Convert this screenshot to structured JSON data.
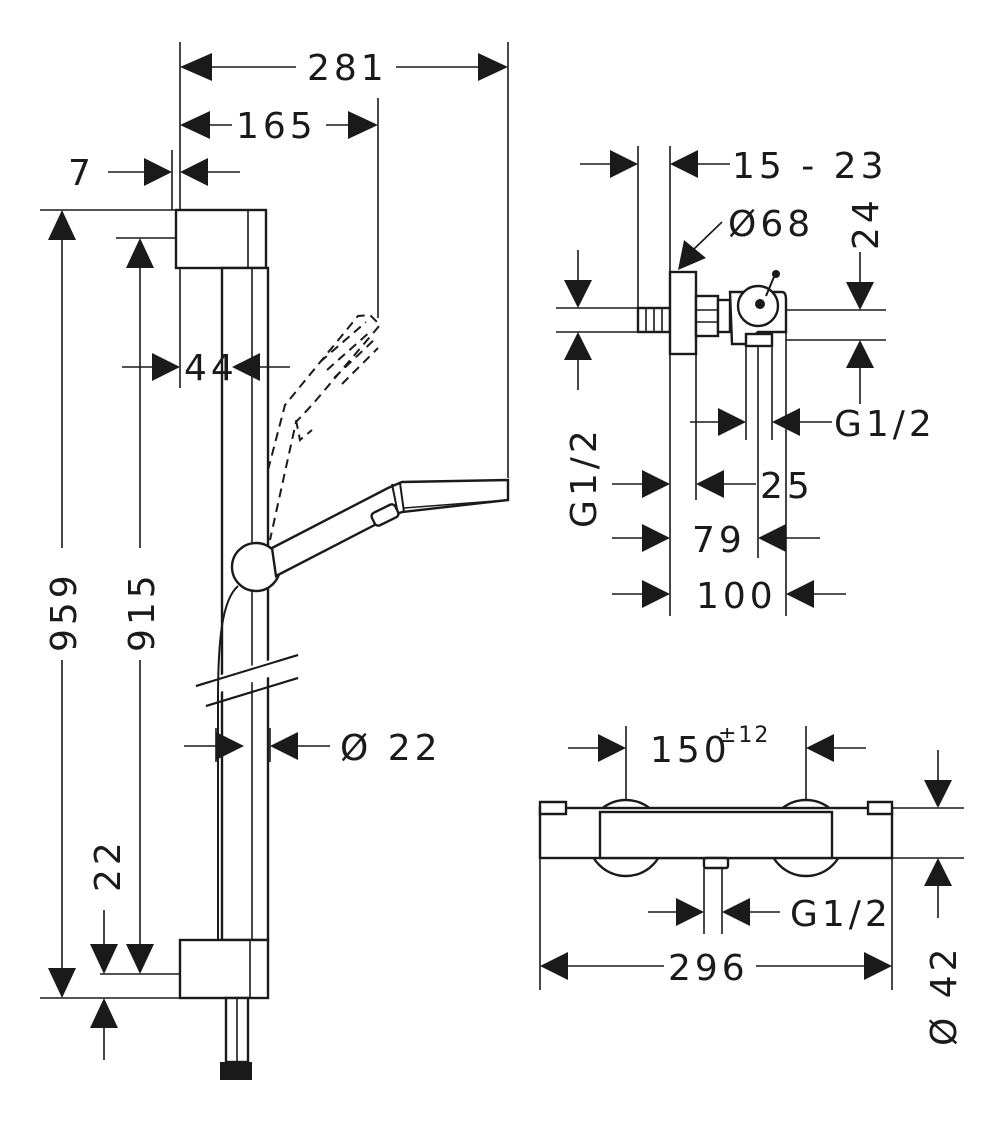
{
  "shower_rail": {
    "dim_total_width": "281",
    "dim_handshower_reach": "165",
    "dim_wall_offset": "7",
    "dim_bar_offset": "44",
    "dim_total_height": "959",
    "dim_bar_height": "915",
    "dim_bar_diameter": "Ø 22",
    "dim_bottom": "22"
  },
  "thermostat_side_view": {
    "dim_connection_range": "15 - 23",
    "dim_escutcheon": "Ø68",
    "dim_offset_vertical": "24",
    "dim_inlet_thread": "G1/2",
    "dim_outlet_thread": "G1/2",
    "dim_25": "25",
    "dim_79": "79",
    "dim_100": "100"
  },
  "thermostat_front_view": {
    "dim_centers": "150",
    "dim_centers_tolerance": "±12",
    "dim_outlet_thread": "G1/2",
    "dim_total_width": "296",
    "dim_diameter": "Ø 42"
  }
}
